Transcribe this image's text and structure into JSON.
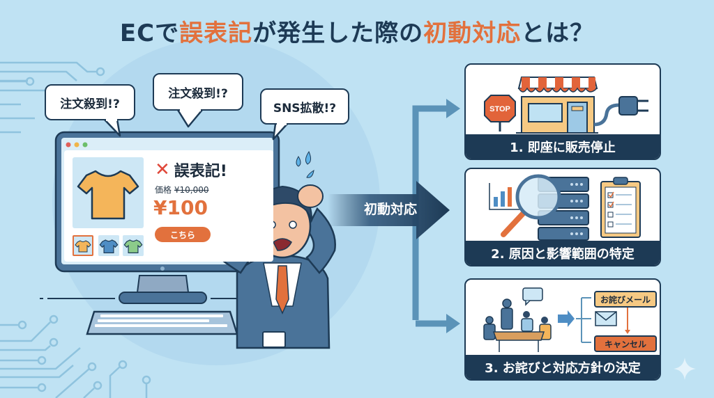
{
  "title": {
    "part1": "ECで",
    "highlight1": "誤表記",
    "part2": "が発生した際の",
    "highlight2": "初動対応",
    "part3": "とは？"
  },
  "colors": {
    "background": "#bfe2f3",
    "navy": "#1d3a55",
    "accent_orange": "#e2713d",
    "arrow_blue": "#5b93b8",
    "error_red": "#e0483a"
  },
  "bubbles": [
    {
      "text": "注文殺到!?"
    },
    {
      "text": "注文殺到!?"
    },
    {
      "text": "SNS拡散!?"
    }
  ],
  "product_page": {
    "error_icon": "x-mark-icon",
    "error_text": "誤表記!",
    "price_label": "価格",
    "old_price": "¥10,000",
    "new_price": "¥100",
    "button_label": "こちら",
    "thumbnails": [
      "yellow-shirt",
      "blue-shirt",
      "green-shirt"
    ]
  },
  "main_arrow": {
    "label": "初動対応"
  },
  "steps": [
    {
      "number": "1",
      "label": "1. 即座に販売停止",
      "icons": [
        "stop-sign-icon",
        "shop-icon",
        "power-plug-icon"
      ],
      "sign_text": "STOP"
    },
    {
      "number": "2",
      "label": "2. 原因と影響範囲の特定",
      "icons": [
        "bar-chart-icon",
        "magnifier-icon",
        "server-icon",
        "checklist-icon"
      ]
    },
    {
      "number": "3",
      "label": "3. お詫びと対応方針の決定",
      "icons": [
        "meeting-icon",
        "speech-bubble-icon",
        "arrow-icon",
        "envelope-icon"
      ],
      "options": [
        "お詫びメール",
        "キャンセル"
      ]
    }
  ]
}
